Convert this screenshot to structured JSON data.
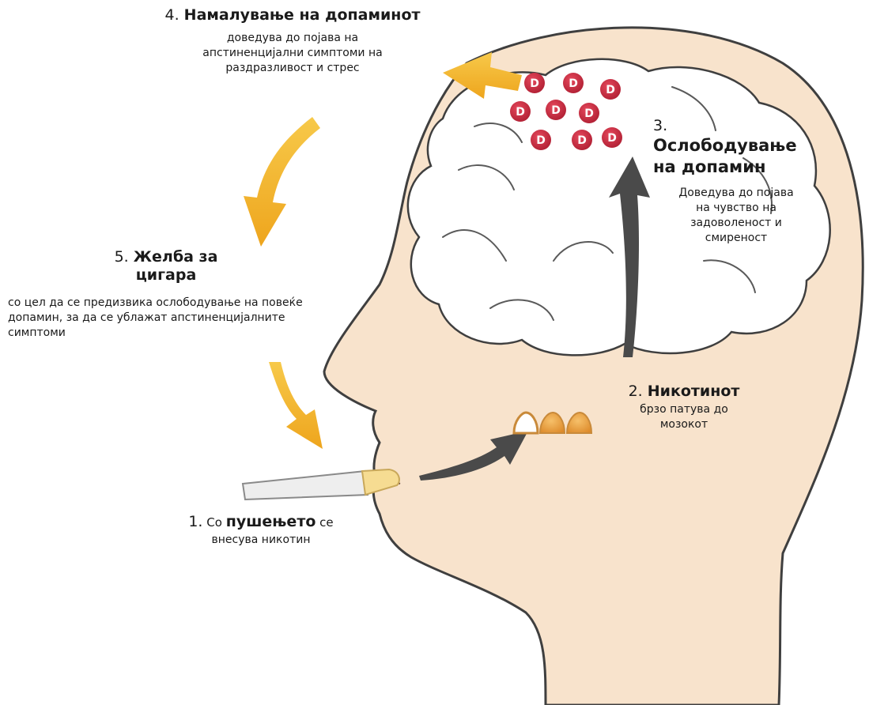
{
  "steps": {
    "step1": {
      "number": "1.",
      "prefix": "Со",
      "bold": "пушењето",
      "suffix": "се",
      "line2": "внесува никотин"
    },
    "step2": {
      "number": "2.",
      "bold": "Никотинот",
      "desc": "брзо патува до мозокот"
    },
    "step3": {
      "number": "3.",
      "bold": "Ослободување на допамин",
      "desc": "Доведува до појава на чувство на задоволеност и смиреност"
    },
    "step4": {
      "number": "4.",
      "bold": "Намалување на допаминот",
      "desc": "доведува до појава на апстиненцијални симптоми на раздразливост и стрес"
    },
    "step5": {
      "number": "5.",
      "bold": "Желба за цигара",
      "desc": "со цел да се предизвика ослободување на повеќе допамин, за да се ублажат апстиненцијалните симптоми"
    }
  },
  "dopamine_marker": "D",
  "colors": {
    "skin": "#f8e3cc",
    "outline": "#3f3f3f",
    "brain": "#ffffff",
    "dopamine": "#c8283c",
    "gold_arrow": "#f3b52a",
    "dark_arrow": "#4a4a4a",
    "nicotine": "#e69a3c",
    "cigarette_tip": "#f6dc92"
  }
}
